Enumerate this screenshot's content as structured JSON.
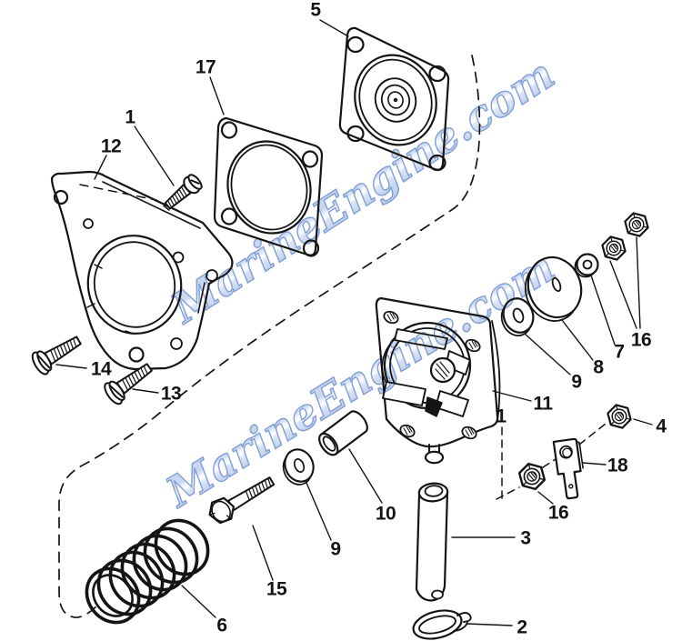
{
  "diagram": {
    "type": "exploded-parts-diagram",
    "background_color": "#ffffff",
    "line_color": "#141414",
    "watermark": {
      "text": "MarineEngine.com",
      "fill_color": "#ccd9ef",
      "stroke_color": "#7d9bd6"
    },
    "part_numbers_visible": [
      "1",
      "2",
      "3",
      "4",
      "5",
      "6",
      "7",
      "8",
      "9",
      "10",
      "11",
      "12",
      "13",
      "14",
      "15",
      "16",
      "17",
      "18"
    ],
    "callouts": {
      "c1": {
        "text": "1"
      },
      "c1b": {
        "text": "1"
      },
      "c2": {
        "text": "2"
      },
      "c3": {
        "text": "3"
      },
      "c4": {
        "text": "4"
      },
      "c5": {
        "text": "5"
      },
      "c6": {
        "text": "6"
      },
      "c7": {
        "text": "7"
      },
      "c8": {
        "text": "8"
      },
      "c9a": {
        "text": "9"
      },
      "c9b": {
        "text": "9"
      },
      "c10": {
        "text": "10"
      },
      "c11": {
        "text": "11"
      },
      "c12": {
        "text": "12"
      },
      "c13": {
        "text": "13"
      },
      "c14": {
        "text": "14"
      },
      "c15": {
        "text": "15"
      },
      "c16a": {
        "text": "16"
      },
      "c16b": {
        "text": "16"
      },
      "c17": {
        "text": "17"
      },
      "c18": {
        "text": "18"
      }
    }
  }
}
